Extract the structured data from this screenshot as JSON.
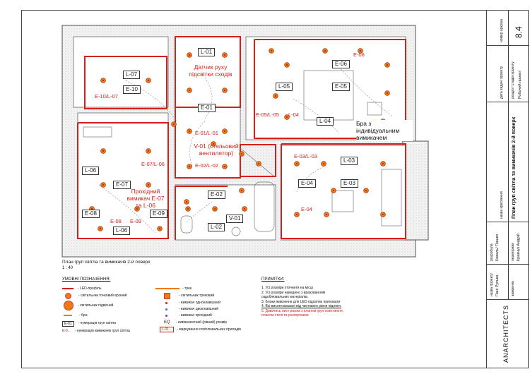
{
  "title_block": {
    "sheet_no_label": "номер аркуша",
    "sheet_no": "8.4",
    "stage_label": "дата видачі проекту",
    "stage_sub_label": "розділ / стадія проекту",
    "stage_value": "Робочий проект",
    "sheet_name_label": "назва креслення",
    "sheet_name": "План груп світла та вимикачів 2-й поверх",
    "developed_label": "розробила",
    "developer": "Коваль/ Пашко",
    "checked_label": "перевірили",
    "checker": "Кравчук Андрій",
    "project_label": "назва проекту",
    "project_name": "Пані Руська",
    "customer_label": "замовник",
    "brand": "ANARCHITECTS"
  },
  "plan": {
    "caption": "План груп світла та вимикачів 2-й поверх",
    "scale": "1 : 40",
    "boxed_labels": [
      "L-01",
      "L-07",
      "E-10",
      "E-01",
      "L-05",
      "E-06",
      "E-05",
      "L-04",
      "L-06",
      "E-07",
      "E-08",
      "E-09",
      "L-06",
      "E-02",
      "V-01",
      "L-02",
      "L-03",
      "E-04",
      "E-03"
    ],
    "red_labels": [
      "E-10/L-07",
      "E-01/L-01",
      "E-02/L-02",
      "E-05/L-05",
      "L-04",
      "E-06",
      "E-03/L-03",
      "E-04",
      "E-07/L-06",
      "E-08",
      "E-09"
    ],
    "motion_sensor_note": "Датчик руху підсвітки сходів",
    "ventilator_note": "V-01 (стельовий вентилятор)",
    "pass_switch_note": "Прохідний вимикач E-07 та L-06",
    "sconce_note": "Бра з індивідуальним вимикачем"
  },
  "legend": {
    "title": "УМОВНІ ПОЗНАЧЕННЯ:",
    "items": [
      {
        "symbol": "led",
        "text": "- LED-профіль"
      },
      {
        "symbol": "spot",
        "text": "- світильник точковий врізний"
      },
      {
        "symbol": "pendant",
        "text": "- світильник підвісний"
      },
      {
        "symbol": "sconce",
        "text": "- бра"
      },
      {
        "symbol": "E-01",
        "text": "- нумерація груп світла"
      },
      {
        "symbol": "E-0...",
        "text": "- нумерація вимикачів груп світла"
      },
      {
        "symbol": "track",
        "text": "- трек"
      },
      {
        "symbol": "trackspot",
        "text": "- світильник трековий"
      },
      {
        "symbol": "sw1",
        "text": "- вимикач одноклавішний"
      },
      {
        "symbol": "sw2",
        "text": "- вимикач двоклавішний"
      },
      {
        "symbol": "sw3",
        "text": "- вимикач прохідний"
      },
      {
        "symbol": "EQ",
        "text": "- еквівалентний (рівний) розмір"
      },
      {
        "symbol": "L-01...",
        "text": "- маркування освітлювальних приладів"
      }
    ]
  },
  "notes": {
    "title": "ПРИМІТКИ:",
    "items": [
      {
        "text": "1. Усі розміри уточнити на місці",
        "red": false
      },
      {
        "text": "2. Усі розміри наведено з врахуванням",
        "red": false
      },
      {
        "text": "оздоблювальних матеріалів.",
        "red": false
      },
      {
        "text": "3. Блоки живлення для LED підсвітки приховати",
        "red": false
      },
      {
        "text": "4. Всі висоти вказані від чистового рівня підлоги.",
        "red": false
      },
      {
        "text": "5. Дивитись лист разом з планом груп освітлення,",
        "red": true
      },
      {
        "text": "планом стелі та розгортками",
        "red": true
      }
    ]
  },
  "colors": {
    "accent_red": "#d4201a",
    "spot_orange": "#f07a10",
    "line": "#333333"
  }
}
